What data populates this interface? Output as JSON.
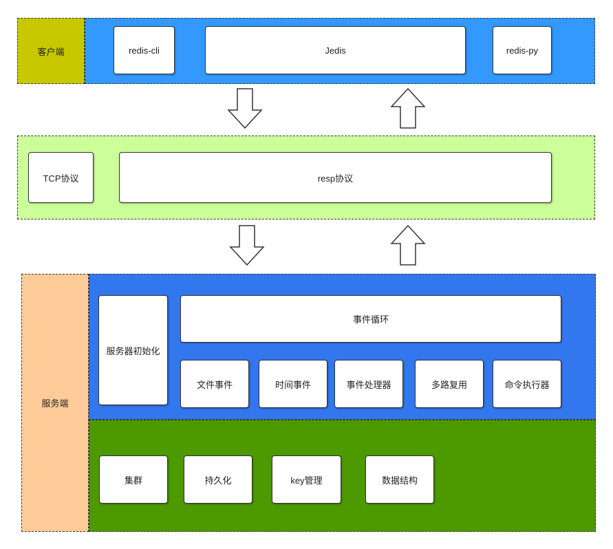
{
  "client": {
    "label": "客户端",
    "items": [
      "redis-cli",
      "Jedis",
      "redis-py"
    ],
    "colors": {
      "label_bg": "#c8c800",
      "panel_bg": "#3399ff"
    }
  },
  "protocol": {
    "items": [
      "TCP协议",
      "resp协议"
    ],
    "colors": {
      "panel_bg": "#ccff99"
    }
  },
  "server": {
    "label": "服务端",
    "init": "服务器初始化",
    "event_loop": "事件循环",
    "events": [
      "文件事件",
      "时间事件",
      "事件处理器",
      "多路复用",
      "命令执行器"
    ],
    "modules": [
      "集群",
      "持久化",
      "key管理",
      "数据结构"
    ],
    "colors": {
      "label_bg": "#ffcc99",
      "core_bg": "#3377ee",
      "module_bg": "#4c9900"
    }
  },
  "arrows": [
    {
      "name": "down-arrow-1",
      "direction": "down"
    },
    {
      "name": "up-arrow-1",
      "direction": "up"
    },
    {
      "name": "down-arrow-2",
      "direction": "down"
    },
    {
      "name": "up-arrow-2",
      "direction": "up"
    }
  ]
}
